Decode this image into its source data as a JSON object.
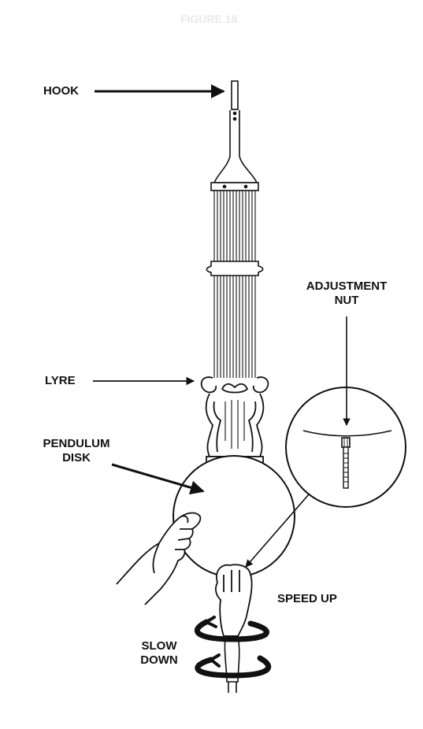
{
  "figure": {
    "caption": "FIGURE 18"
  },
  "labels": {
    "hook": "HOOK",
    "adjustment_nut_line1": "ADJUSTMENT",
    "adjustment_nut_line2": "NUT",
    "lyre": "LYRE",
    "pendulum_disk_line1": "PENDULUM",
    "pendulum_disk_line2": "DISK",
    "speed_up": "SPEED UP",
    "slow_down_line1": "SLOW",
    "slow_down_line2": "DOWN"
  },
  "colors": {
    "ink": "#111111",
    "paper": "#ffffff",
    "faint": "#e9e9e9"
  }
}
